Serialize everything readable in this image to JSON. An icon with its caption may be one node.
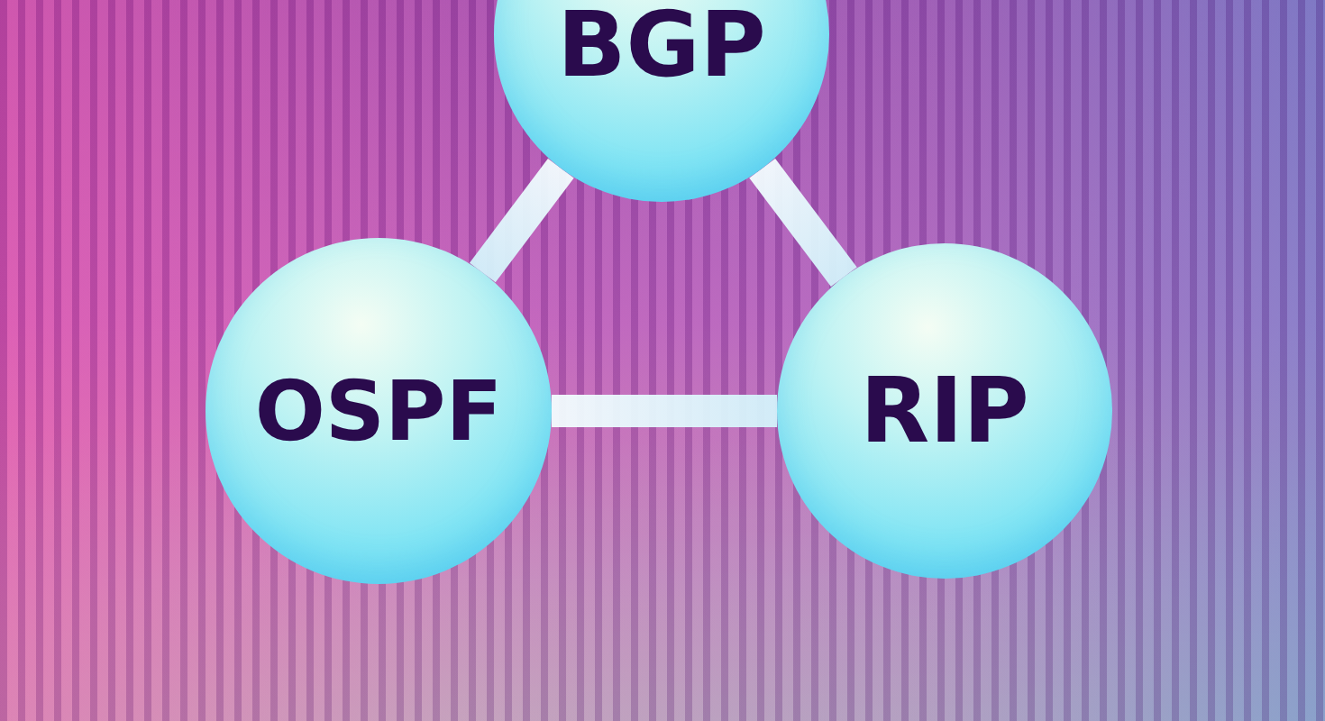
{
  "diagram": {
    "nodes": [
      {
        "text": [
          "BGP"
        ]
      },
      {
        "text": [
          "OSPF"
        ]
      },
      {
        "text": [
          "RIP"
        ]
      }
    ],
    "edges": [
      {
        "from": 0,
        "to": 1,
        "arrow": "none"
      },
      {
        "from": 0,
        "to": 2,
        "arrow": "none"
      },
      {
        "from": 1,
        "to": 2,
        "arrow": "none"
      }
    ]
  }
}
